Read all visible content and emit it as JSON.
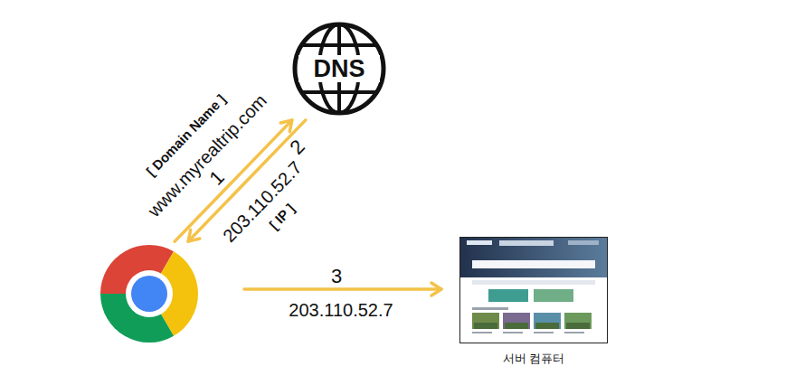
{
  "diagram": {
    "nodes": [
      {
        "text": [
          "DNS"
        ]
      },
      {
        "text": []
      },
      {
        "text": [
          "서버 컴퓨터"
        ]
      }
    ],
    "edges": [
      {
        "from": 1,
        "to": 0,
        "arrow": "to",
        "label": "www.myrealtrip.com"
      },
      {
        "from": 0,
        "to": 1,
        "arrow": "to",
        "label": "203.110.52.7"
      },
      {
        "from": 1,
        "to": 2,
        "arrow": "to",
        "label": "203.110.52.7"
      }
    ],
    "labels": [
      "[ Domain Name ]",
      "1",
      "2",
      "[ IP ]",
      "3"
    ]
  }
}
